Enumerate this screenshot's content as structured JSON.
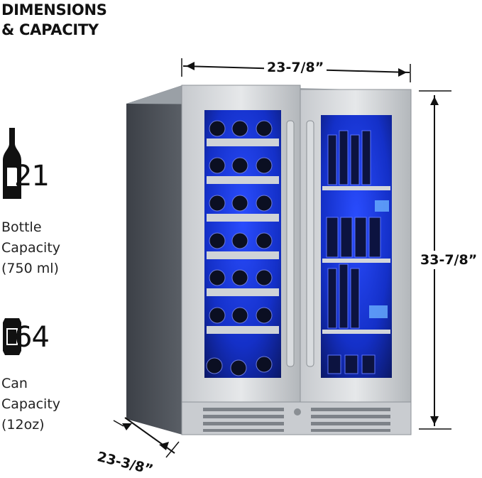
{
  "heading": {
    "line1": "DIMENSIONS",
    "line2": "& CAPACITY"
  },
  "bottle": {
    "icon": "wine-bottle-icon",
    "number": "21",
    "line1": "Bottle",
    "line2": "Capacity",
    "line3": "(750 ml)"
  },
  "can": {
    "icon": "beverage-can-icon",
    "number": "64",
    "line1": "Can",
    "line2": "Capacity",
    "line3": "(12oz)"
  },
  "dimensions": {
    "width": "23-7/8”",
    "height": "33-7/8”",
    "depth": "23-3/8”"
  },
  "colors": {
    "accent_blue": "#1d3cff",
    "stainless": "#b9bdc2",
    "text": "#111111"
  }
}
